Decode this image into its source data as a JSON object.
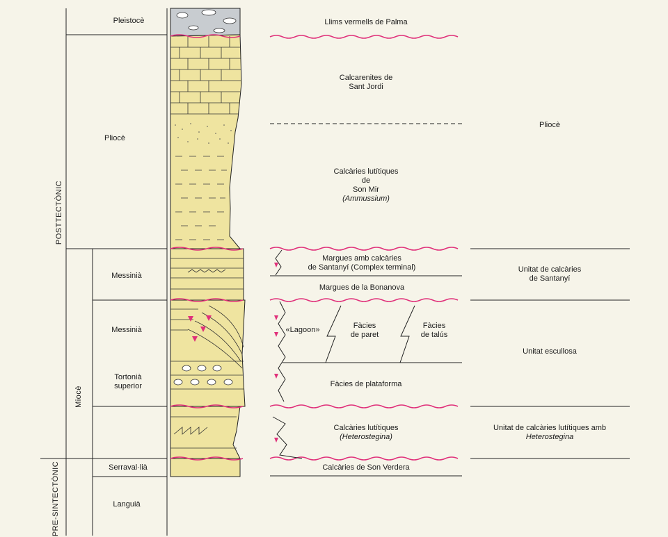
{
  "phases": {
    "posttectonic": "POSTTECTÒNIC",
    "presintectonic": "PRE-SINTECTÒNIC"
  },
  "epoch": {
    "miocene": "Miocè"
  },
  "stages": {
    "pleistocene": "Pleistocè",
    "pliocene": "Pliocè",
    "messinian_1": "Messinià",
    "messinian_2": "Messinià",
    "tortonian": [
      "Tortonià",
      "superior"
    ],
    "serravallian": "Serraval·lià",
    "langhian": "Languià"
  },
  "lithology": {
    "llims": "Llims vermells de Palma",
    "calcarenites": [
      "Calcarenites de",
      "Sant Jordi"
    ],
    "calcaries_sonmir": [
      "Calcàries lutítiques",
      "de",
      "Son Mir"
    ],
    "ammussium": "(Ammussium)",
    "margues_calcaries": [
      "Margues amb calcàries",
      "de Santanyí (Complex terminal)"
    ],
    "margues_bonanova": "Margues de la Bonanova",
    "lagoon": "«Lagoon»",
    "facies_paret": [
      "Fàcies",
      "de paret"
    ],
    "facies_talus": [
      "Fàcies",
      "de talús"
    ],
    "facies_plataforma": "Fàcies de plataforma",
    "calcaries_heterostegina": "Calcàries lutítiques",
    "heterostegina": "(Heterostegina)",
    "calcaries_sonverdera": "Calcàries de Son Verdera"
  },
  "units": {
    "pliocene": "Pliocè",
    "santanyi": [
      "Unitat de calcàries",
      "de Santanyí"
    ],
    "escullosa": "Unitat escullosa",
    "heterostegina": [
      "Unitat de calcàries lutítiques amb"
    ],
    "heterostegina_italic": "Heterostegina"
  },
  "colors": {
    "paper": "#f6f4e9",
    "column_fill": "#efe4a0",
    "conglomerate": "#c8ccd0",
    "unconformity": "#e0307a",
    "line": "#222222"
  }
}
